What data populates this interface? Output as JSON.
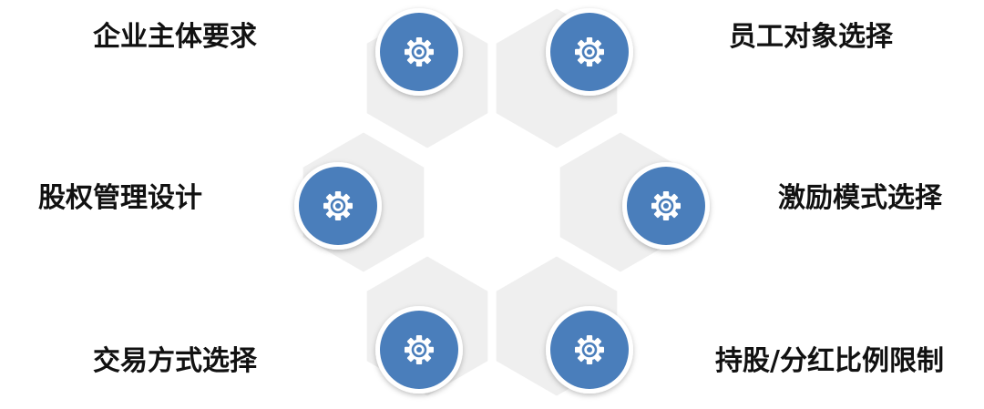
{
  "accent_color": "#4A7EBB",
  "hex_color": "#EFEFEF",
  "items": [
    {
      "label": "企业主体要求",
      "icon": "gear-icon"
    },
    {
      "label": "员工对象选择",
      "icon": "gear-icon"
    },
    {
      "label": "股权管理设计",
      "icon": "gear-icon"
    },
    {
      "label": "激励模式选择",
      "icon": "gear-icon"
    },
    {
      "label": "交易方式选择",
      "icon": "gear-icon"
    },
    {
      "label": "持股/分红比例限制",
      "icon": "gear-icon"
    }
  ]
}
